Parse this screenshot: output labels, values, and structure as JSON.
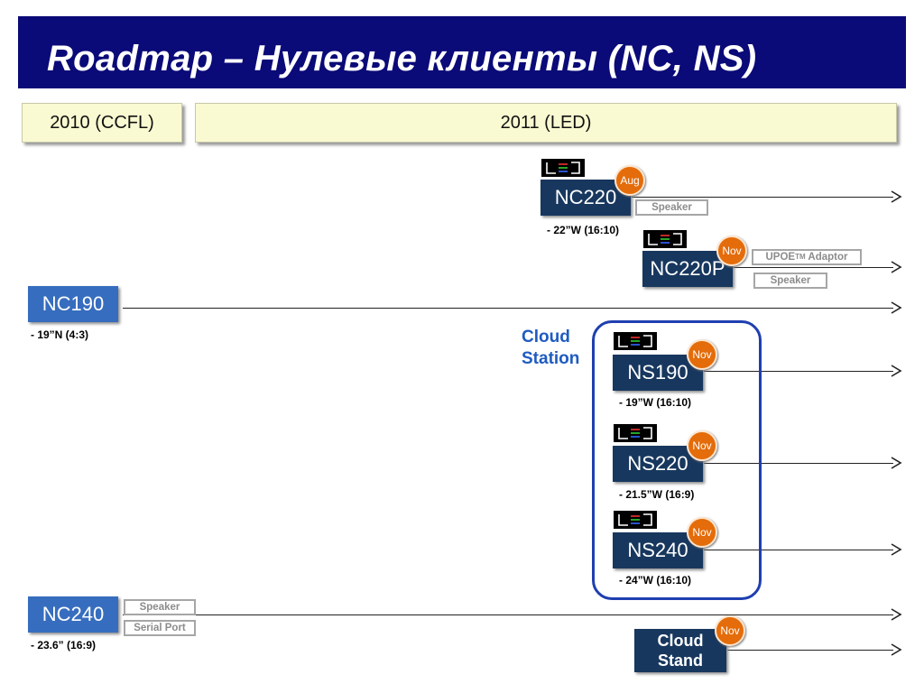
{
  "title": "Roadmap – Нулевые клиенты (NC, NS)",
  "years": {
    "y2010": "2010 (CCFL)",
    "y2011": "2011 (LED)"
  },
  "cloud_station": {
    "line1": "Cloud",
    "line2": "Station"
  },
  "products": {
    "nc220": {
      "name": "NC220",
      "badge": "Aug",
      "spec": "- 22”W (16:10)"
    },
    "nc220p": {
      "name": "NC220P",
      "badge": "Nov"
    },
    "nc190": {
      "name": "NC190",
      "spec": "- 19”N (4:3)"
    },
    "ns190": {
      "name": "NS190",
      "badge": "Nov",
      "spec": "- 19”W (16:10)"
    },
    "ns220": {
      "name": "NS220",
      "badge": "Nov",
      "spec": "- 21.5”W (16:9)"
    },
    "ns240": {
      "name": "NS240",
      "badge": "Nov",
      "spec": "- 24”W (16:10)"
    },
    "nc240": {
      "name": "NC240",
      "spec": "- 23.6” (16:9)"
    },
    "cloud_stand": {
      "line1": "Cloud",
      "line2": "Stand",
      "badge": "Nov"
    }
  },
  "features": {
    "speaker": "Speaker",
    "upoe_prefix": "UPOE",
    "upoe_sup": "TM",
    "upoe_suffix": " Adaptor",
    "serial_port": "Serial Port"
  },
  "colors": {
    "title_bg": "#0a0a78",
    "product_dark": "#17375e",
    "product_light": "#366dbf",
    "badge": "#e46c0a",
    "cloud_frame": "#1f3fb0",
    "year_box": "#fafad2"
  },
  "icons": {
    "led": "led-logo-icon",
    "arrow": "arrow-right-icon"
  }
}
